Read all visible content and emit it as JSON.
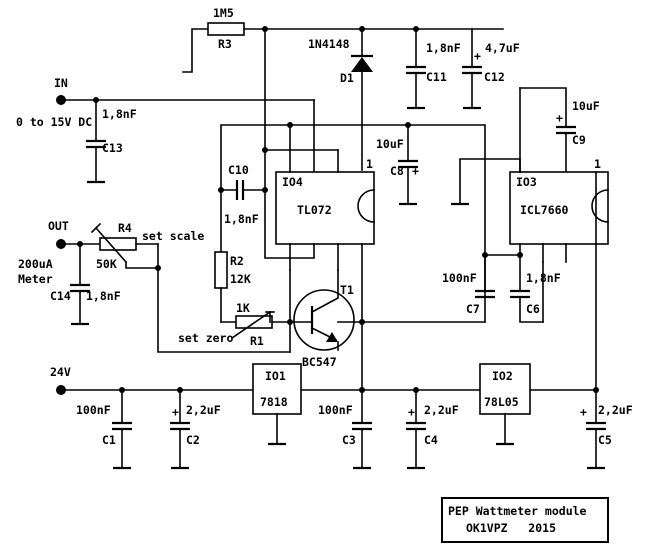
{
  "labels": {
    "r3_value": "1M5",
    "r3_name": "R3",
    "d1_type": "1N4148",
    "d1_name": "D1",
    "c11_value": "1,8nF",
    "c11_name": "C11",
    "c12_value": "4,7uF",
    "c12_name": "C12",
    "in_label": "IN",
    "in_range": "0 to 15V DC",
    "c13_value": "1,8nF",
    "c13_name": "C13",
    "c9_value": "10uF",
    "c9_name": "C9",
    "c8_value": "10uF",
    "c8_name": "C8",
    "io4_name": "IO4",
    "io4_type": "TL072",
    "io4_pin1": "1",
    "io3_name": "IO3",
    "io3_type": "ICL7660",
    "io3_pin1": "1",
    "c10_name": "C10",
    "c10_value": "1,8nF",
    "out_label": "OUT",
    "r4_name": "R4",
    "r4_note": "set scale",
    "r4_value": "50K",
    "meter_line1": "200uA",
    "meter_line2": "Meter",
    "c14_name": "C14",
    "c14_value": "1,8nF",
    "r2_name": "R2",
    "r2_value": "12K",
    "c7_value": "100nF",
    "c7_name": "C7",
    "c6_value": "1,8nF",
    "c6_name": "C6",
    "t1_name": "T1",
    "t1_type": "BC547",
    "r1_value": "1K",
    "r1_name": "R1",
    "r1_note": "set zero",
    "supply_label": "24V",
    "io1_name": "IO1",
    "io1_type": "7818",
    "io2_name": "IO2",
    "io2_type": "78L05",
    "c1_value": "100nF",
    "c1_name": "C1",
    "c2_value": "2,2uF",
    "c2_name": "C2",
    "c3_value": "100nF",
    "c3_name": "C3",
    "c4_value": "2,2uF",
    "c4_name": "C4",
    "c5_value": "2,2uF",
    "c5_name": "C5",
    "title_line1": "PEP Wattmeter module",
    "title_line2": "OK1VPZ   2015",
    "plus": "+"
  }
}
